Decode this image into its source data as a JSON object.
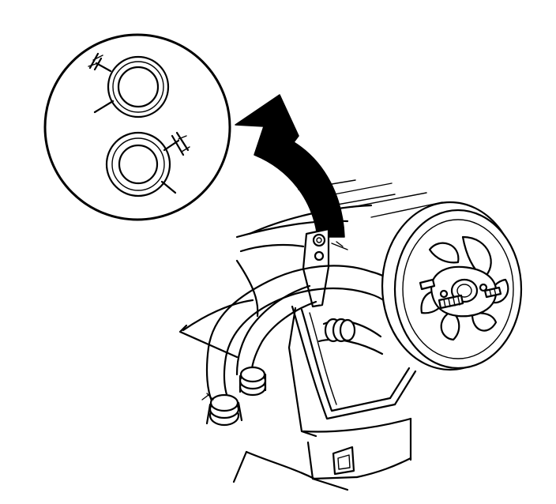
{
  "figure": {
    "type": "line-art illustration",
    "ink_color": "#000000",
    "paper_color": "#ffffff",
    "parts": [
      "detail-magnifier-circle",
      "indicator-arrow",
      "engine-block",
      "cooling-fan-pulley",
      "mounting-bracket",
      "heater-hoses",
      "hose-clamps"
    ]
  }
}
